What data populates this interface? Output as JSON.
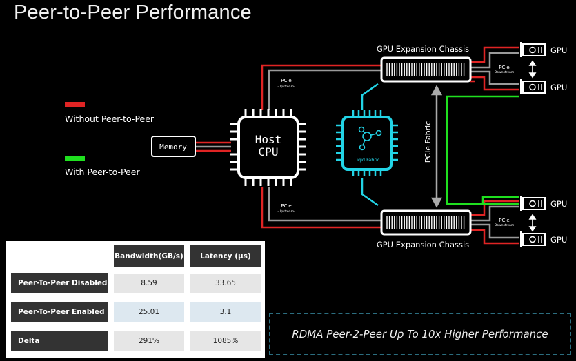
{
  "title": "Peer-to-Peer Performance",
  "legend": [
    {
      "label": "Without Peer-to-Peer",
      "color": "#e02424"
    },
    {
      "label": "With Peer-to-Peer",
      "color": "#1fe01f"
    }
  ],
  "diagram": {
    "memory_label": "Memory",
    "cpu_line1": "Host",
    "cpu_line2": "CPU",
    "fabric_chip_label": "Liqid Fabric",
    "fabric_vertical_label": "PCIe Fabric",
    "chassis_top_label": "GPU Expansion Chassis",
    "chassis_bottom_label": "GPU Expansion Chassis",
    "pcie_upstream_top": "PCIe",
    "pcie_upstream_top_sub": "-Upstream-",
    "pcie_upstream_bottom": "PCIe",
    "pcie_upstream_bottom_sub": "-Upstream-",
    "pcie_downstream_top": "PCIe",
    "pcie_downstream_top_sub": "-Downstream-",
    "pcie_downstream_bottom": "PCIe",
    "pcie_downstream_bottom_sub": "-Downstream-",
    "gpu_label": "GPU",
    "colors": {
      "red": "#e02424",
      "green": "#1fe01f",
      "gray": "#9a9a9a",
      "cyan": "#22d4e6"
    }
  },
  "table": {
    "headers": [
      "Bandwidth(GB/s)",
      "Latency (µs)"
    ],
    "rows": [
      {
        "label": "Peer-To-Peer Disabled",
        "bandwidth": "8.59",
        "latency": "33.65"
      },
      {
        "label": "Peer-To-Peer Enabled",
        "bandwidth": "25.01",
        "latency": "3.1"
      },
      {
        "label": "Delta",
        "bandwidth": "291%",
        "latency": "1085%"
      }
    ]
  },
  "callout": "RDMA Peer-2-Peer Up To 10x Higher Performance"
}
